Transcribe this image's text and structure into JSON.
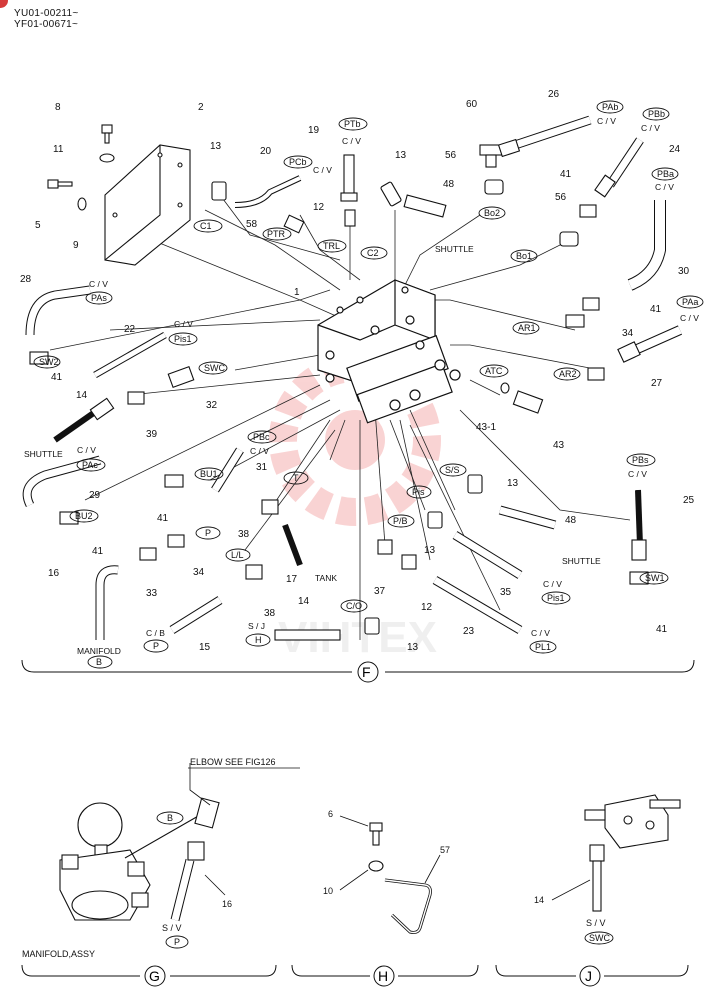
{
  "header": {
    "serial_1": "YU01-00211~",
    "serial_2": "YF01-00671~"
  },
  "watermark": {
    "text": "VIHTEX",
    "color": "#e63c3c"
  },
  "section_f": {
    "name": "F",
    "part_numbers": [
      "8",
      "2",
      "11",
      "13",
      "20",
      "19",
      "13",
      "60",
      "26",
      "5",
      "9",
      "58",
      "12",
      "56",
      "48",
      "24",
      "41",
      "56",
      "30",
      "28",
      "1",
      "22",
      "41",
      "34",
      "41",
      "14",
      "39",
      "32",
      "43",
      "43-1",
      "27",
      "31",
      "13",
      "29",
      "41",
      "38",
      "48",
      "41",
      "17",
      "13",
      "35",
      "16",
      "33",
      "34",
      "37",
      "12",
      "25",
      "38",
      "14",
      "13",
      "23",
      "15",
      "41"
    ],
    "callouts": {
      "c1": "C1",
      "ptr": "PTR",
      "trl": "TRL",
      "c2": "C2",
      "bo2": "Bo2",
      "bo1": "Bo1",
      "pcb": "PCb",
      "ptb": "PTb",
      "pab": "PAb",
      "pbb": "PBb",
      "pba": "PBa",
      "paa": "PAa",
      "pas": "PAs",
      "pis1": "Pis1",
      "sw2": "SW2",
      "swc": "SWC",
      "ar1": "AR1",
      "ar2": "AR2",
      "atc": "ATC",
      "pbc": "PBc",
      "pac": "PAc",
      "bu1": "BU1",
      "bu2": "BU2",
      "t": "T",
      "ss": "S/S",
      "pis": "Pis",
      "pb": "P/B",
      "p": "P",
      "ll": "L/L",
      "pbs": "PBs",
      "sw1": "SW1",
      "co": "C/O",
      "p2": "P",
      "h": "H",
      "pl1": "PL1",
      "pis1b": "Pis1",
      "b": "B"
    },
    "labels": {
      "cv": "C / V",
      "shuttle": "SHUTTLE",
      "tank": "TANK",
      "manifold": "MANIFOLD",
      "cb": "C / B",
      "sj": "S / J"
    }
  },
  "section_g": {
    "name": "G",
    "elbow_note": "ELBOW SEE FIG126",
    "callout_b": "B",
    "part_16": "16",
    "sv": "S / V",
    "callout_p": "P",
    "caption": "MANIFOLD,ASSY"
  },
  "section_h": {
    "name": "H",
    "parts": [
      "6",
      "10",
      "57"
    ]
  },
  "section_j": {
    "name": "J",
    "part_14": "14",
    "sv": "S / V",
    "callout_swc": "SWC"
  }
}
